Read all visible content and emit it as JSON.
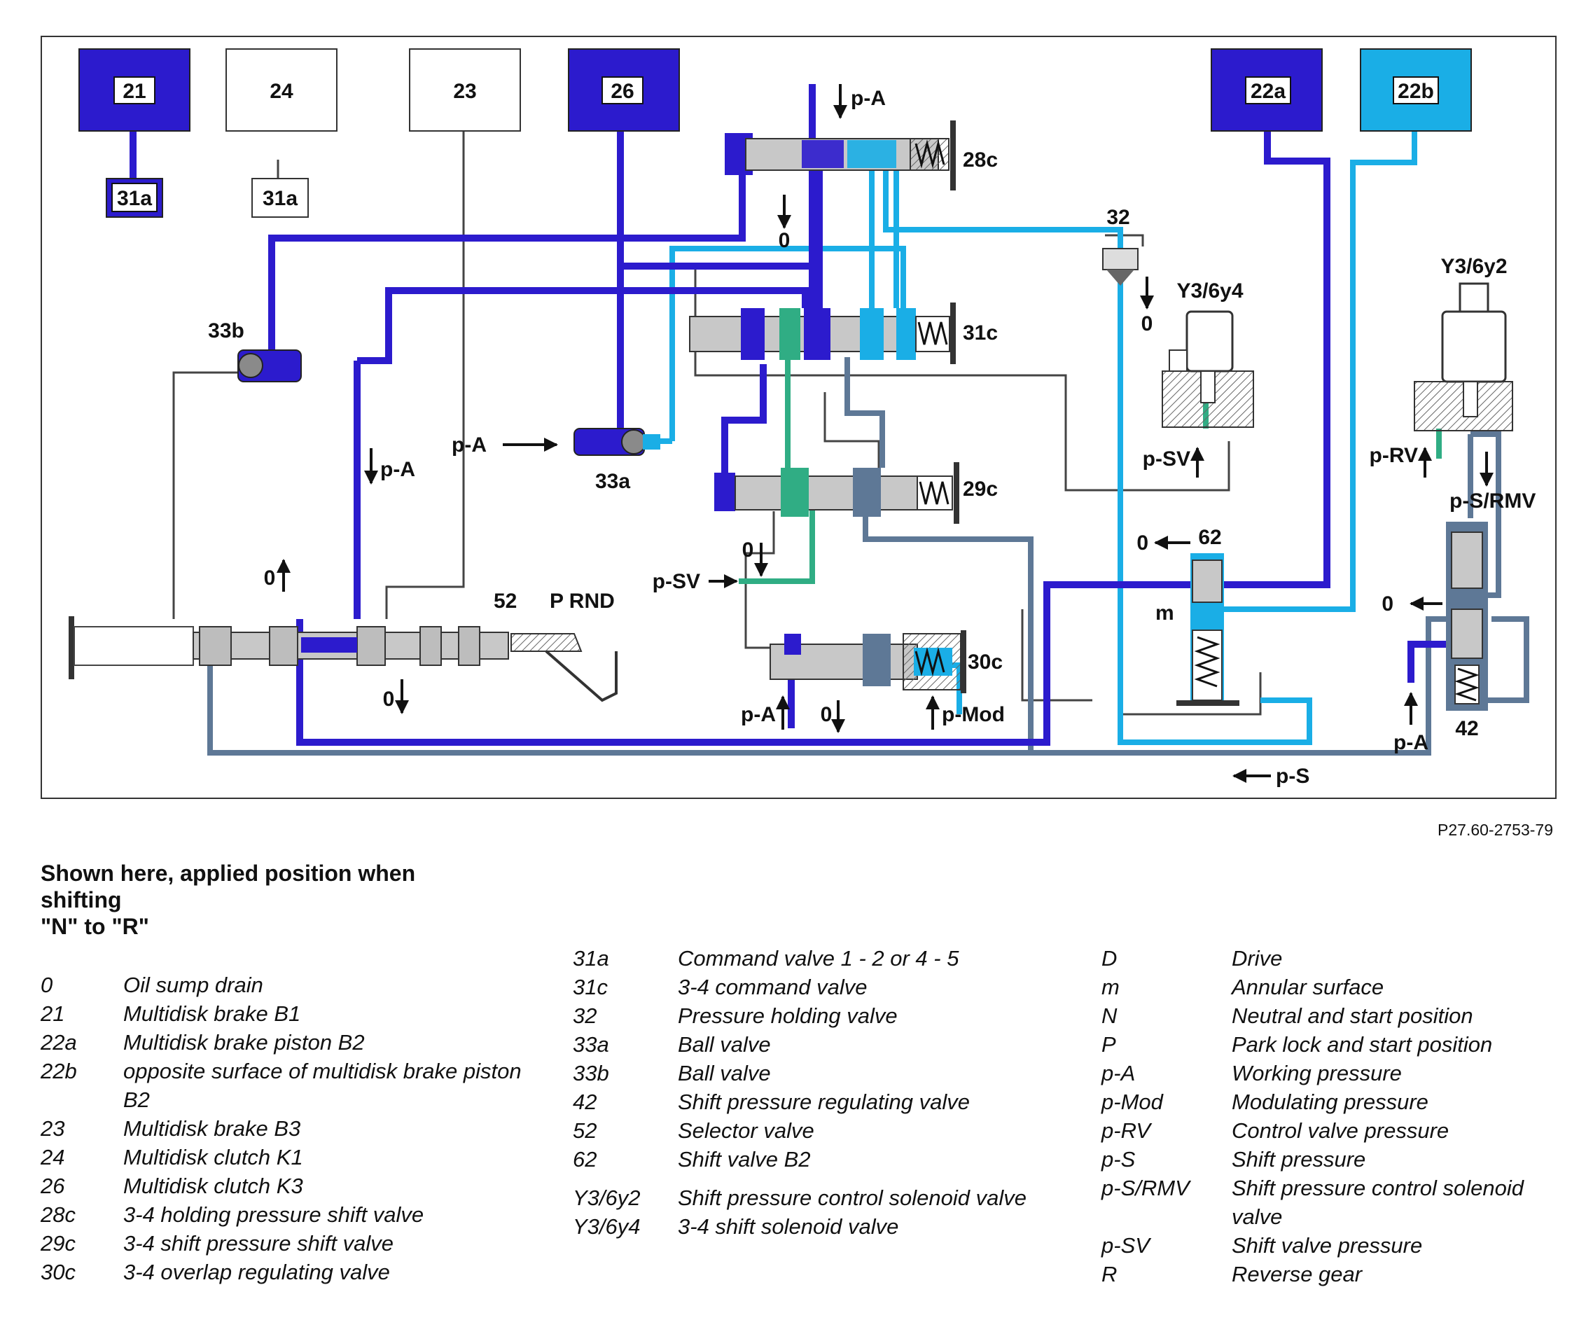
{
  "caption": [
    "Shown here, applied position when",
    "shifting",
    "\"N\" to \"R\""
  ],
  "figure_id": "P27.60-2753-79",
  "colors": {
    "dark_blue": "#2c1bcd",
    "light_blue": "#1aaee6",
    "slate": "#5e7896",
    "green": "#30ad84",
    "gray_body": "#c8c8c8",
    "outline": "#333333"
  },
  "diagram": {
    "components": {
      "c21": "21",
      "c24": "24",
      "c23": "23",
      "c26": "26",
      "c22a": "22a",
      "c22b": "22b",
      "c31a_left": "31a",
      "c31a_right": "31a",
      "v28c": "28c",
      "v31c": "31c",
      "v29c": "29c",
      "v30c": "30c",
      "v32": "32",
      "v33a": "33a",
      "v33b": "33b",
      "v52": "52",
      "v62": "62",
      "v42": "42",
      "sol_y3_6y4": "Y3/6y4",
      "sol_y3_6y2": "Y3/6y2",
      "m": "m",
      "selector_positions": "P RND"
    },
    "pressures": {
      "pA": "p-A",
      "pSV": "p-SV",
      "pRV": "p-RV",
      "pSRMV": "p-S/RMV",
      "pMod": "p-Mod",
      "pS": "p-S",
      "zero": "0"
    }
  },
  "legend": {
    "col1": [
      {
        "key": "0",
        "value": "Oil sump drain"
      },
      {
        "key": "21",
        "value": "Multidisk brake B1"
      },
      {
        "key": "22a",
        "value": "Multidisk brake piston B2"
      },
      {
        "key": "22b",
        "value": "opposite surface of multidisk brake piston B2"
      },
      {
        "key": "23",
        "value": "Multidisk brake B3"
      },
      {
        "key": "24",
        "value": "Multidisk clutch K1"
      },
      {
        "key": "26",
        "value": "Multidisk clutch K3"
      },
      {
        "key": "28c",
        "value": "3-4 holding pressure shift valve"
      },
      {
        "key": "29c",
        "value": "3-4 shift pressure shift valve"
      },
      {
        "key": "30c",
        "value": "3-4 overlap regulating valve"
      }
    ],
    "col2": [
      {
        "key": "31a",
        "value": "Command valve 1 - 2 or 4 - 5"
      },
      {
        "key": "31c",
        "value": "3-4 command valve"
      },
      {
        "key": "32",
        "value": "Pressure holding valve"
      },
      {
        "key": "33a",
        "value": "Ball valve"
      },
      {
        "key": "33b",
        "value": "Ball valve"
      },
      {
        "key": "42",
        "value": "Shift pressure regulating valve"
      },
      {
        "key": "52",
        "value": "Selector valve"
      },
      {
        "key": "62",
        "value": "Shift valve B2"
      },
      {
        "key": "Y3/6y2",
        "value": "Shift pressure control solenoid valve"
      },
      {
        "key": "Y3/6y4",
        "value": "3-4 shift solenoid valve"
      }
    ],
    "col3": [
      {
        "key": "D",
        "value": "Drive"
      },
      {
        "key": "m",
        "value": "Annular surface"
      },
      {
        "key": "N",
        "value": "Neutral and start position"
      },
      {
        "key": "P",
        "value": "Park lock and start position"
      },
      {
        "key": "p-A",
        "value": "Working pressure"
      },
      {
        "key": "p-Mod",
        "value": "Modulating pressure"
      },
      {
        "key": "p-RV",
        "value": "Control valve pressure"
      },
      {
        "key": "p-S",
        "value": "Shift pressure"
      },
      {
        "key": "p-S/RMV",
        "value": "Shift pressure control solenoid valve"
      },
      {
        "key": "p-SV",
        "value": "Shift valve pressure"
      },
      {
        "key": "R",
        "value": "Reverse gear"
      }
    ]
  }
}
